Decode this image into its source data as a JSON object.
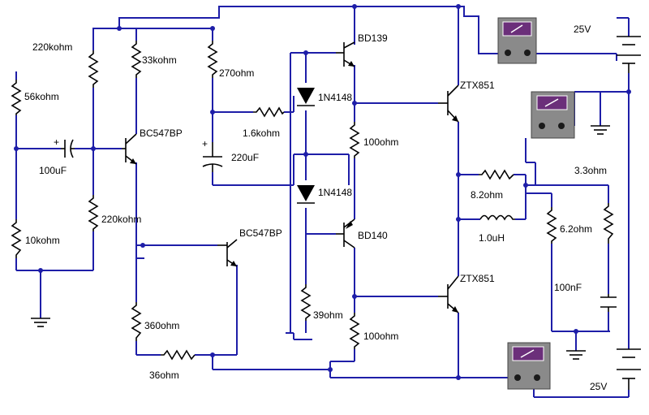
{
  "labels": {
    "r220k_top": "220kohm",
    "r56k": "56kohm",
    "r33k": "33kohm",
    "r10k": "10kohm",
    "r220k_bot": "220kohm",
    "c100u": "100uF",
    "q1": "BC547BP",
    "q2": "BC547BP",
    "r360": "360ohm",
    "r36": "36ohm",
    "r270": "270ohm",
    "r1k6": "1.6kohm",
    "c220u": "220uF",
    "d1": "1N4148",
    "d2": "1N4148",
    "q3": "BD139",
    "q4": "BD140",
    "r100_top": "100ohm",
    "r39": "39ohm",
    "r100_bot": "100ohm",
    "q5": "ZTX851",
    "q6": "ZTX851",
    "r8k2": "8.2ohm",
    "l1": "1.0uH",
    "r3k3": "3.3ohm",
    "r6k2": "6.2ohm",
    "c100n": "100nF",
    "v_top": "25V",
    "v_bot": "25V",
    "cap_plus_a": "+",
    "cap_plus_b": "+"
  },
  "colors": {
    "wire": "#1e1ea8",
    "component": "#000000",
    "meter_body": "#8a8a8a",
    "meter_screen": "#6b2f7a"
  },
  "icons": {
    "voltmeter": "multimeter-icon",
    "ground": "ground-icon"
  }
}
